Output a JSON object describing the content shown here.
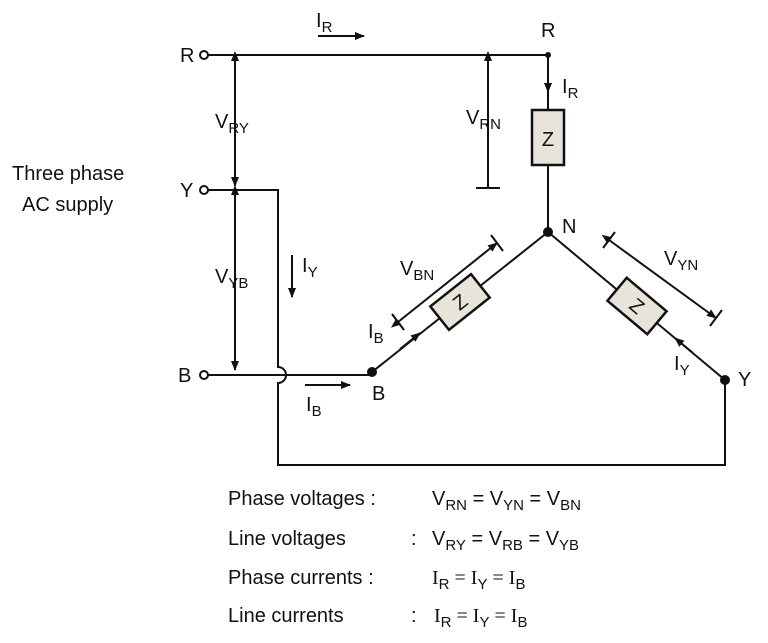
{
  "supply_label": [
    "Three phase",
    "AC supply"
  ],
  "terminals": {
    "R": "R",
    "Y": "Y",
    "B": "B",
    "N": "N"
  },
  "currents": {
    "IR": {
      "main": "I",
      "sub": "R"
    },
    "IY": {
      "main": "I",
      "sub": "Y"
    },
    "IB": {
      "main": "I",
      "sub": "B"
    }
  },
  "voltages": {
    "VRY": {
      "main": "V",
      "sub": "RY"
    },
    "VYB": {
      "main": "V",
      "sub": "YB"
    },
    "VRN": {
      "main": "V",
      "sub": "RN"
    },
    "VBN": {
      "main": "V",
      "sub": "BN"
    },
    "VYN": {
      "main": "V",
      "sub": "YN"
    }
  },
  "impedance_label": "Z",
  "equations": [
    {
      "label": "Phase voltages :",
      "expr": [
        "V",
        "RN",
        " = V",
        "YN",
        " = V",
        "BN"
      ]
    },
    {
      "label": "Line voltages",
      "colon": ":",
      "expr": [
        "V",
        "RY",
        " = V",
        "RB",
        " = V",
        "YB"
      ]
    },
    {
      "label": "Phase currents :",
      "expr": [
        "I",
        "R",
        " = I",
        "Y",
        " = I",
        "B"
      ]
    },
    {
      "label": "Line currents",
      "colon": ":",
      "expr": [
        "I",
        "R",
        " = I",
        "Y",
        " = I",
        "B"
      ]
    }
  ],
  "colors": {
    "line": "#111111",
    "impedance_fill": "#e8e4da"
  }
}
